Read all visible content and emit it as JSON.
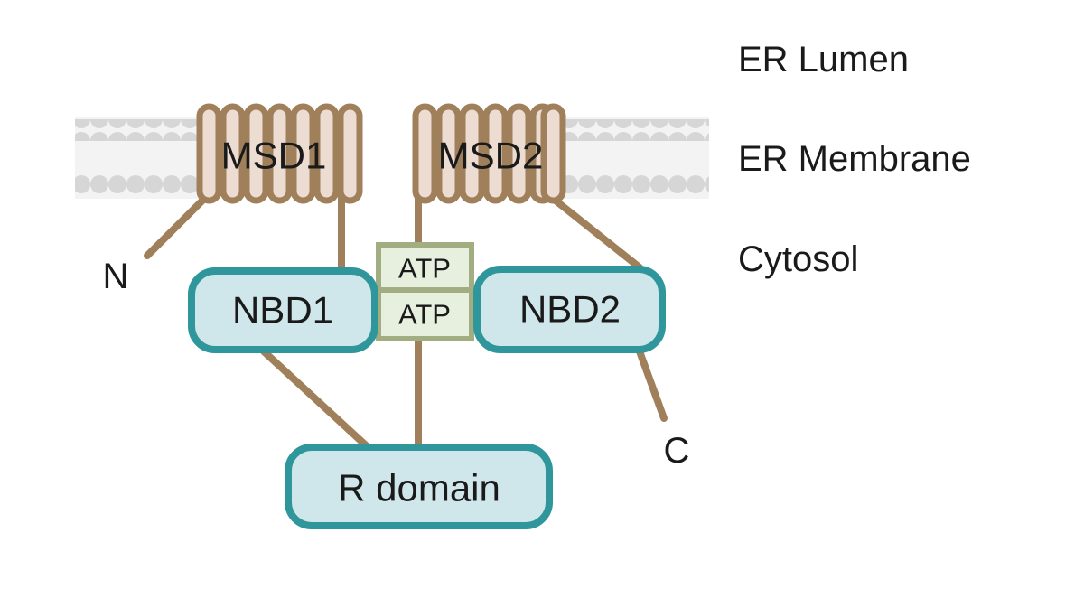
{
  "regions": {
    "lumen": "ER Lumen",
    "membrane": "ER Membrane",
    "cytosol": "Cytosol"
  },
  "domains": {
    "msd1": "MSD1",
    "msd2": "MSD2",
    "nbd1": "NBD1",
    "nbd2": "NBD2",
    "r_domain": "R domain",
    "atp_top": "ATP",
    "atp_bottom": "ATP"
  },
  "termini": {
    "n": "N",
    "c": "C"
  },
  "colors": {
    "linker": "#a0805a",
    "msd_fill": "#ecdcd2",
    "domain_fill": "#cfe7ea",
    "domain_stroke": "#2f969c",
    "atp_fill": "#e7efdf",
    "atp_stroke": "#a3ad82",
    "membrane_bead": "#d6d6d6",
    "membrane_core": "#f3f3f3"
  }
}
